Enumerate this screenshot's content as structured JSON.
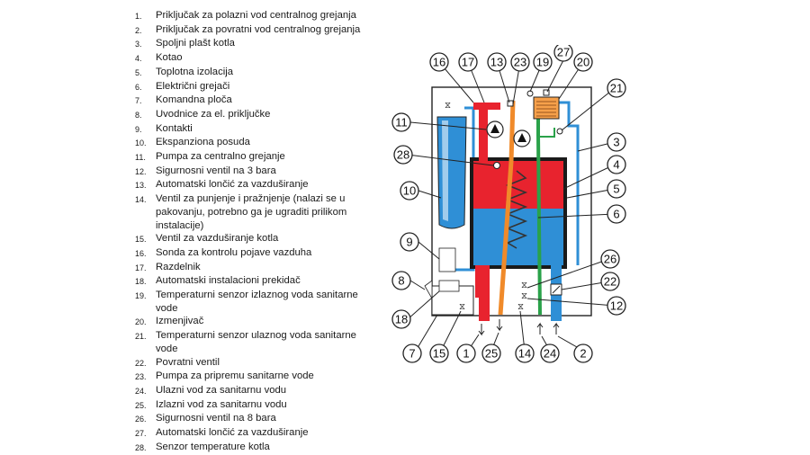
{
  "legend": [
    {
      "n": "1.",
      "t": "Priključak za polazni vod centralnog grejanja"
    },
    {
      "n": "2.",
      "t": "Priključak za povratni vod centralnog grejanja"
    },
    {
      "n": "3.",
      "t": "Spoljni plašt kotla"
    },
    {
      "n": "4.",
      "t": "Kotao"
    },
    {
      "n": "5.",
      "t": "Toplotna izolacija"
    },
    {
      "n": "6.",
      "t": "Električni grejači"
    },
    {
      "n": "7.",
      "t": "Komandna ploča"
    },
    {
      "n": "8.",
      "t": "Uvodnice za el. priključke"
    },
    {
      "n": "9.",
      "t": "Kontakti"
    },
    {
      "n": "10.",
      "t": "Ekspanziona posuda"
    },
    {
      "n": "11.",
      "t": "Pumpa za centralno grejanje"
    },
    {
      "n": "12.",
      "t": "Sigurnosni ventil na 3 bara"
    },
    {
      "n": "13.",
      "t": "Automatski lončić za vazduširanje"
    },
    {
      "n": "14.",
      "t": "Ventil za punjenje i pražnjenje (nalazi se u pakovanju, potrebno ga je ugraditi prilikom instalacije)"
    },
    {
      "n": "15.",
      "t": "Ventil za vazduširanje kotla"
    },
    {
      "n": "16.",
      "t": "Sonda za kontrolu pojave vazduha"
    },
    {
      "n": "17.",
      "t": "Razdelnik"
    },
    {
      "n": "18.",
      "t": "Automatski instalacioni prekidač"
    },
    {
      "n": "19.",
      "t": "Temperaturni senzor izlaznog voda sanitarne vode"
    },
    {
      "n": "20.",
      "t": "Izmenjivač"
    },
    {
      "n": "21.",
      "t": "Temperaturni senzor ulaznog voda sanitarne vode"
    },
    {
      "n": "22.",
      "t": "Povratni ventil"
    },
    {
      "n": "23.",
      "t": "Pumpa za pripremu sanitarne vode"
    },
    {
      "n": "24.",
      "t": "Ulazni vod za sanitarnu vodu"
    },
    {
      "n": "25.",
      "t": "Izlazni vod za sanitarnu vodu"
    },
    {
      "n": "26.",
      "t": "Sigurnosni ventil na 8 bara"
    },
    {
      "n": "27.",
      "t": "Automatski lončić za vazduširanje"
    },
    {
      "n": "28.",
      "t": "Senzor temperature kotla"
    }
  ],
  "callouts": {
    "c1": "1",
    "c2": "2",
    "c3": "3",
    "c4": "4",
    "c5": "5",
    "c6": "6",
    "c7": "7",
    "c8": "8",
    "c9": "9",
    "c10": "10",
    "c11": "11",
    "c12": "12",
    "c13": "13",
    "c14": "14",
    "c15": "15",
    "c16": "16",
    "c17": "17",
    "c18": "18",
    "c19": "19",
    "c20": "20",
    "c21": "21",
    "c22": "22",
    "c23": "23",
    "c24": "24",
    "c25": "25",
    "c26": "26",
    "c27": "27",
    "c28": "28"
  },
  "colors": {
    "hot": "#e8232e",
    "cold": "#2f8fd6",
    "sanitary_out": "#f08a2a",
    "sanitary_in": "#2aa24a",
    "expansion": "#3a9bd8",
    "outline": "#222222"
  }
}
